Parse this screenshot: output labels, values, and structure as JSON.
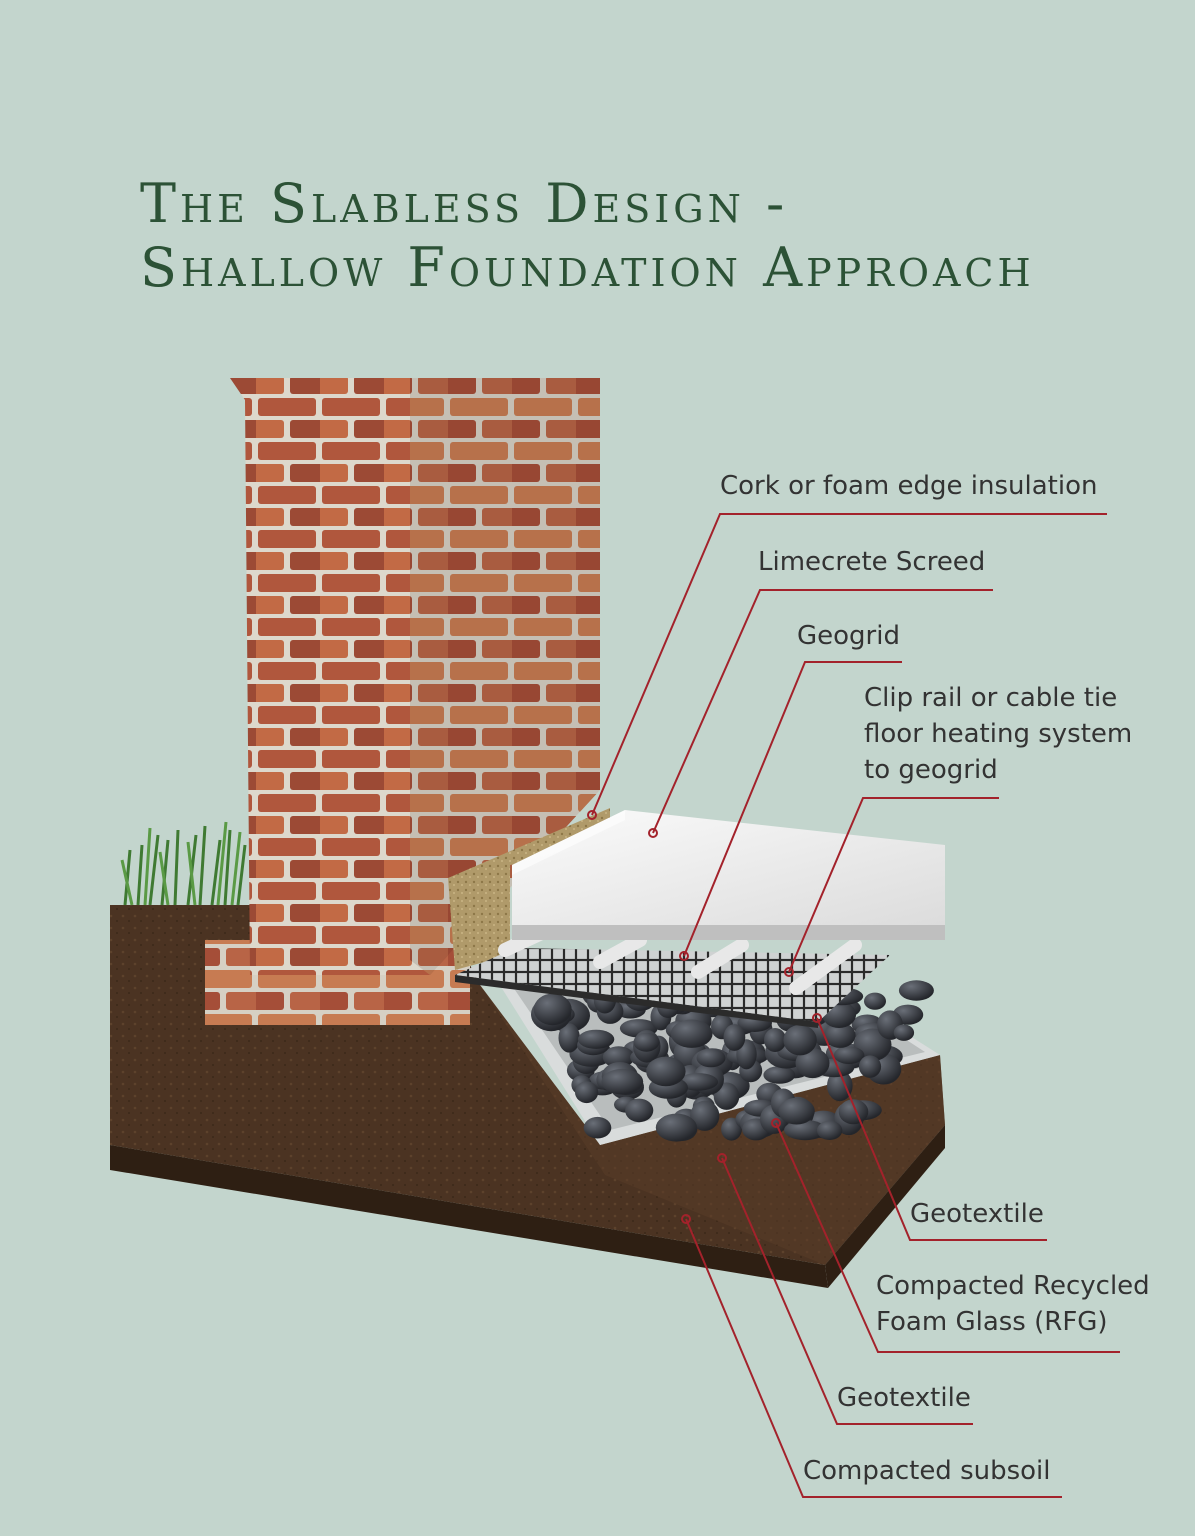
{
  "title": {
    "line1": "The Slabless Design -",
    "line2": "Shallow Foundation Approach"
  },
  "labels": {
    "edge_insulation": "Cork or foam edge insulation",
    "screed": "Limecrete Screed",
    "geogrid": "Geogrid",
    "heating_line1": "Clip rail or cable tie",
    "heating_line2": "floor heating system",
    "heating_line3": "to geogrid",
    "geotextile_upper": "Geotextile",
    "rfg_line1": "Compacted Recycled",
    "rfg_line2": "Foam Glass (RFG)",
    "geotextile_lower": "Geotextile",
    "subsoil": "Compacted subsoil"
  },
  "colors": {
    "background": "#c3d5cd",
    "title": "#2c5236",
    "leader_line": "#a3222b",
    "soil": "#4a3220",
    "brick": "#a8523a",
    "screed": "#f2f2f2",
    "foam_glass": "#3a3d44"
  }
}
